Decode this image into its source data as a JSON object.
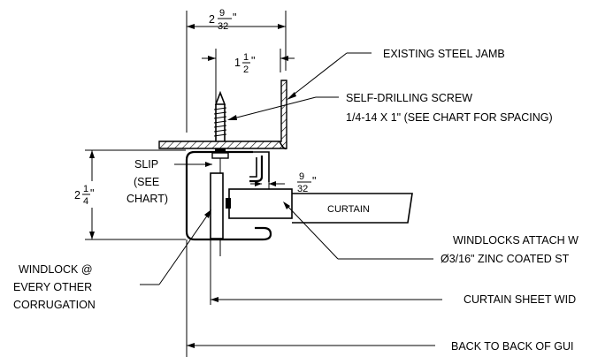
{
  "dimensions": {
    "top_overall": {
      "whole": "2",
      "num": "9",
      "den": "32",
      "mark": "\""
    },
    "top_inner": {
      "whole": "1",
      "num": "1",
      "den": "2",
      "mark": "\""
    },
    "gap": {
      "whole": "",
      "num": "9",
      "den": "32",
      "mark": "\""
    },
    "height": {
      "whole": "2",
      "num": "1",
      "den": "4",
      "mark": "\""
    }
  },
  "labels": {
    "jamb": "EXISTING STEEL JAMB",
    "screw_line1": "SELF-DRILLING SCREW",
    "screw_line2": "1/4-14 X 1\" (SEE CHART FOR SPACING)",
    "slip_line1": "SLIP",
    "slip_line2": "(SEE",
    "slip_line3": "CHART)",
    "curtain": "CURTAIN",
    "windlocks_line1": "WINDLOCKS ATTACH W",
    "windlocks_line2": "Ø3/16\" ZINC COATED ST",
    "windlock_line1": "WINDLOCK @",
    "windlock_line2": "EVERY OTHER",
    "windlock_line3": "CORRUGATION",
    "curtain_sheet_width": "CURTAIN SHEET WID",
    "back_to_back": "BACK TO BACK OF GUI"
  }
}
